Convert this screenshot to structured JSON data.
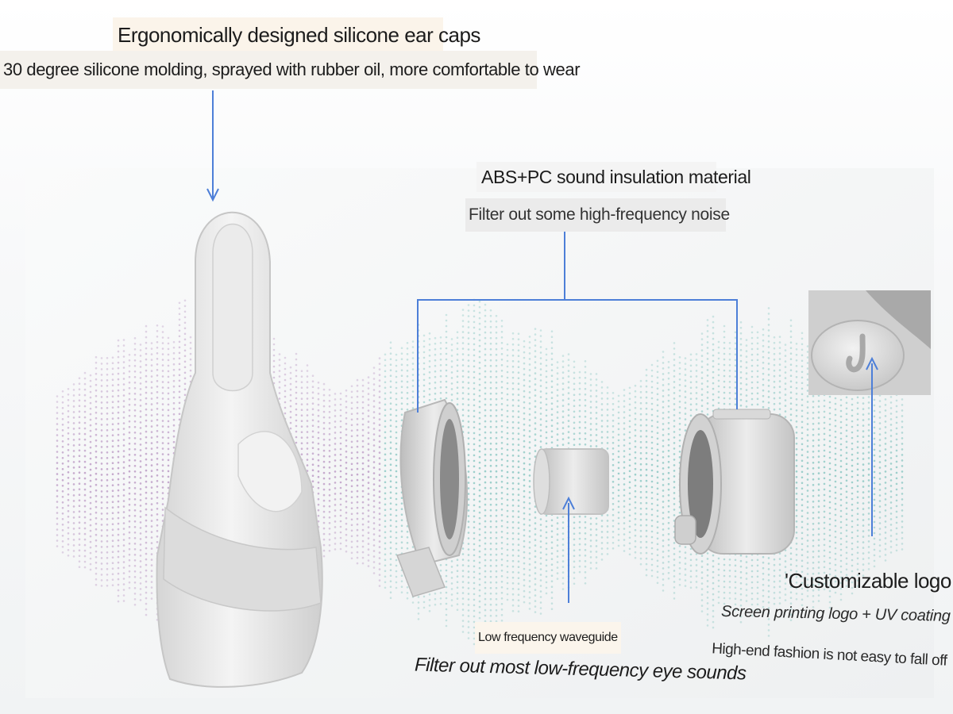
{
  "colors": {
    "arrow": "#4d7fd8",
    "component": "#e4e4e4",
    "wave_left": "#b590bf",
    "wave_right": "#7fc2bd"
  },
  "callouts": {
    "ear_caps": {
      "title": "Ergonomically designed silicone ear caps",
      "subtitle": "30 degree silicone molding, sprayed with rubber oil, more comfortable to wear"
    },
    "insulation": {
      "title": "ABS+PC sound insulation material",
      "subtitle": "Filter out some high-frequency noise"
    },
    "waveguide": {
      "title": "Low frequency waveguide",
      "subtitle": "Filter out most low-frequency eye sounds"
    },
    "logo": {
      "title": "'Customizable logo",
      "line1": "Screen printing logo + UV coating .",
      "line2": "High-end fashion is not easy to fall off"
    }
  },
  "icons": {
    "logo_mark": "stylized-j-logo-icon"
  }
}
